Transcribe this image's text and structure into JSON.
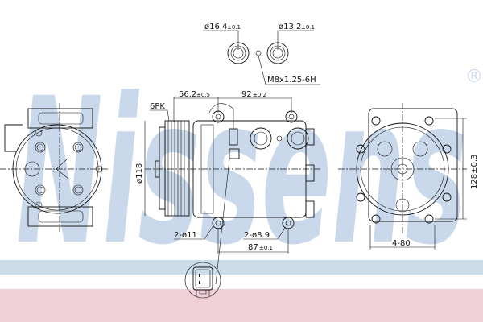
{
  "brand": {
    "watermark_text": "Nissens",
    "registered_mark": "®",
    "watermark_color": "#c9d9eb"
  },
  "bands": {
    "blue_color": "#cddcea",
    "pink_color": "#efcfd8"
  },
  "dimensions": {
    "port_suction_dia": "ø16.4",
    "port_suction_tol": "±0.1",
    "port_discharge_dia": "ø13.2",
    "port_discharge_tol": "±0.1",
    "port_thread": "M8x1.25-6H",
    "pulley_offset": "56.2",
    "pulley_offset_tol": "±0.5",
    "mount_spacing_top": "92",
    "mount_spacing_top_tol": "±0.2",
    "belt_type": "6PK",
    "pulley_dia": "ø118",
    "front_holes": "2-ø11",
    "rear_holes": "2-ø8.9",
    "mount_spacing_bottom": "87",
    "mount_spacing_bottom_tol": "±0.1",
    "rear_height": "128±0.3",
    "rear_width": "4-80"
  },
  "views": {
    "front": "front-view",
    "side": "side-view",
    "rear": "rear-view",
    "ports": "port-detail",
    "connector": "connector-detail"
  }
}
